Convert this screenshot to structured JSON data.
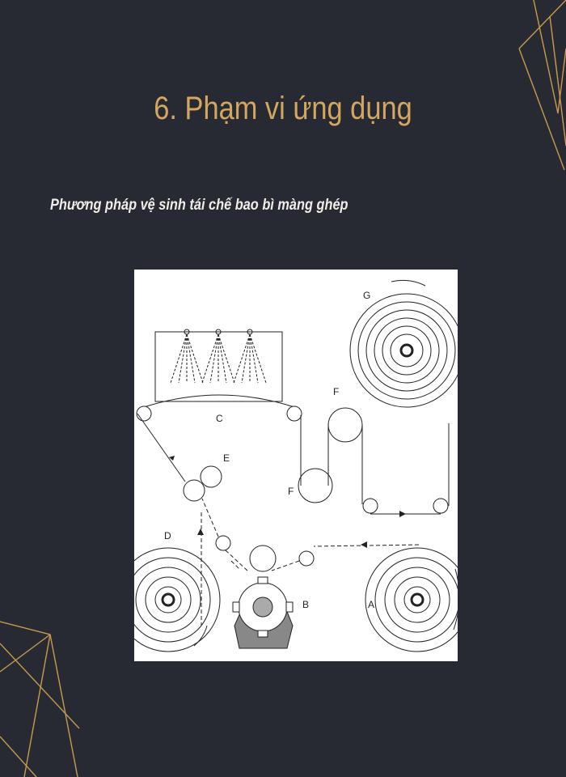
{
  "slide": {
    "title": "6. Phạm vi ứng dụng",
    "subtitle": "Phương pháp vệ sinh tái chế bao bì màng ghép"
  },
  "diagram": {
    "labels": {
      "A": "A",
      "B": "B",
      "C": "C",
      "D": "D",
      "E": "E",
      "F_top": "F",
      "F_bottom": "F",
      "G": "G"
    }
  },
  "colors": {
    "background": "#272a33",
    "accent": "#d4a760",
    "subtitle": "#f1eee8"
  }
}
